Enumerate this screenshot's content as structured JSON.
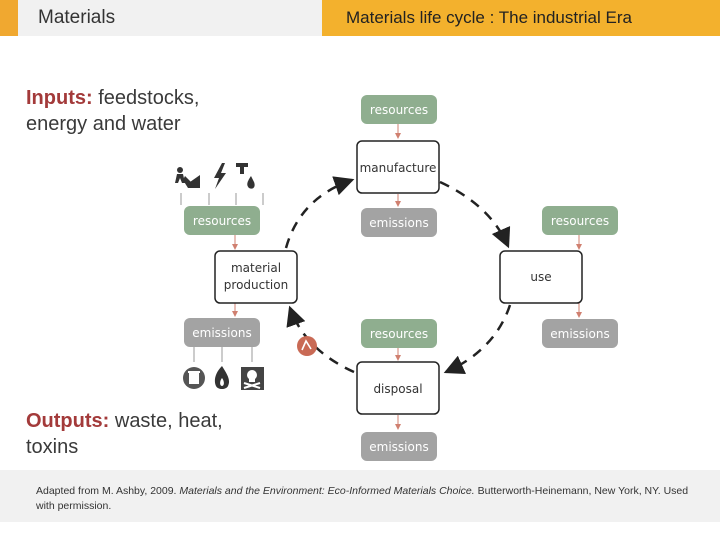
{
  "header": {
    "left_title": "Materials",
    "right_title": "Materials life cycle : The industrial Era"
  },
  "inputs": {
    "label": "Inputs:",
    "text": " feedstocks, energy and water"
  },
  "outputs": {
    "label": "Outputs:",
    "text": " waste, heat, toxins"
  },
  "diagram": {
    "material_production": {
      "resources": "resources",
      "line1": "material",
      "line2": "production",
      "emissions": "emissions"
    },
    "manufacture": {
      "resources": "resources",
      "label": "manufacture",
      "emissions": "emissions"
    },
    "use": {
      "resources": "resources",
      "label": "use",
      "emissions": "emissions"
    },
    "disposal": {
      "resources": "resources",
      "label": "disposal",
      "emissions": "emissions"
    },
    "colors": {
      "resources": "#8fae8f",
      "emissions": "#a3a3a3",
      "recycle": "#c96a55"
    },
    "input_icons": [
      "mining-worker-icon",
      "oil-drop-icon",
      "lightning-icon",
      "water-tap-icon"
    ],
    "output_icons": [
      "trash-can-icon",
      "flame-icon",
      "skull-crossbones-icon"
    ]
  },
  "citation": {
    "prefix": "Adapted from M. Ashby, 2009. ",
    "title": "Materials and the Environment: Eco-Informed Materials Choice.",
    "suffix": " Butterworth-Heinemann, New York, NY. Used with permission."
  }
}
